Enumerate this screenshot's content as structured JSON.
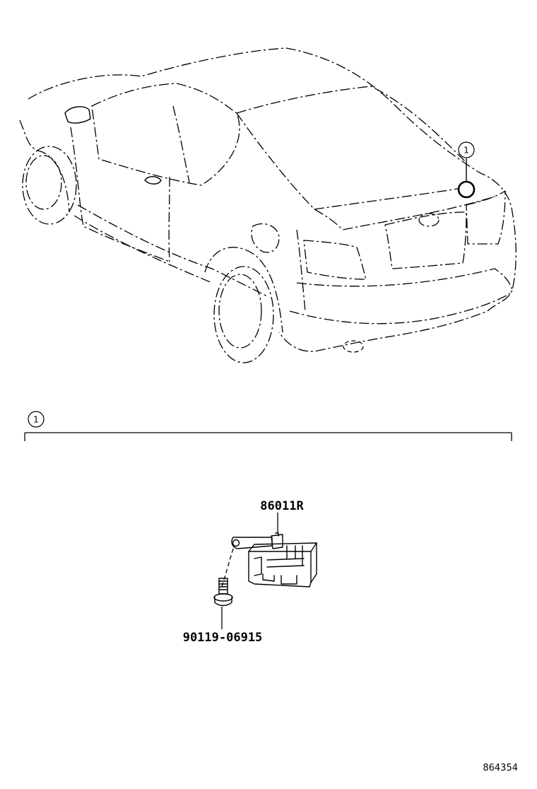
{
  "callouts": {
    "top": "1",
    "section": "1"
  },
  "parts": {
    "sensor": "86011R",
    "bolt": "90119-06915"
  },
  "diagram_ref": "864354"
}
